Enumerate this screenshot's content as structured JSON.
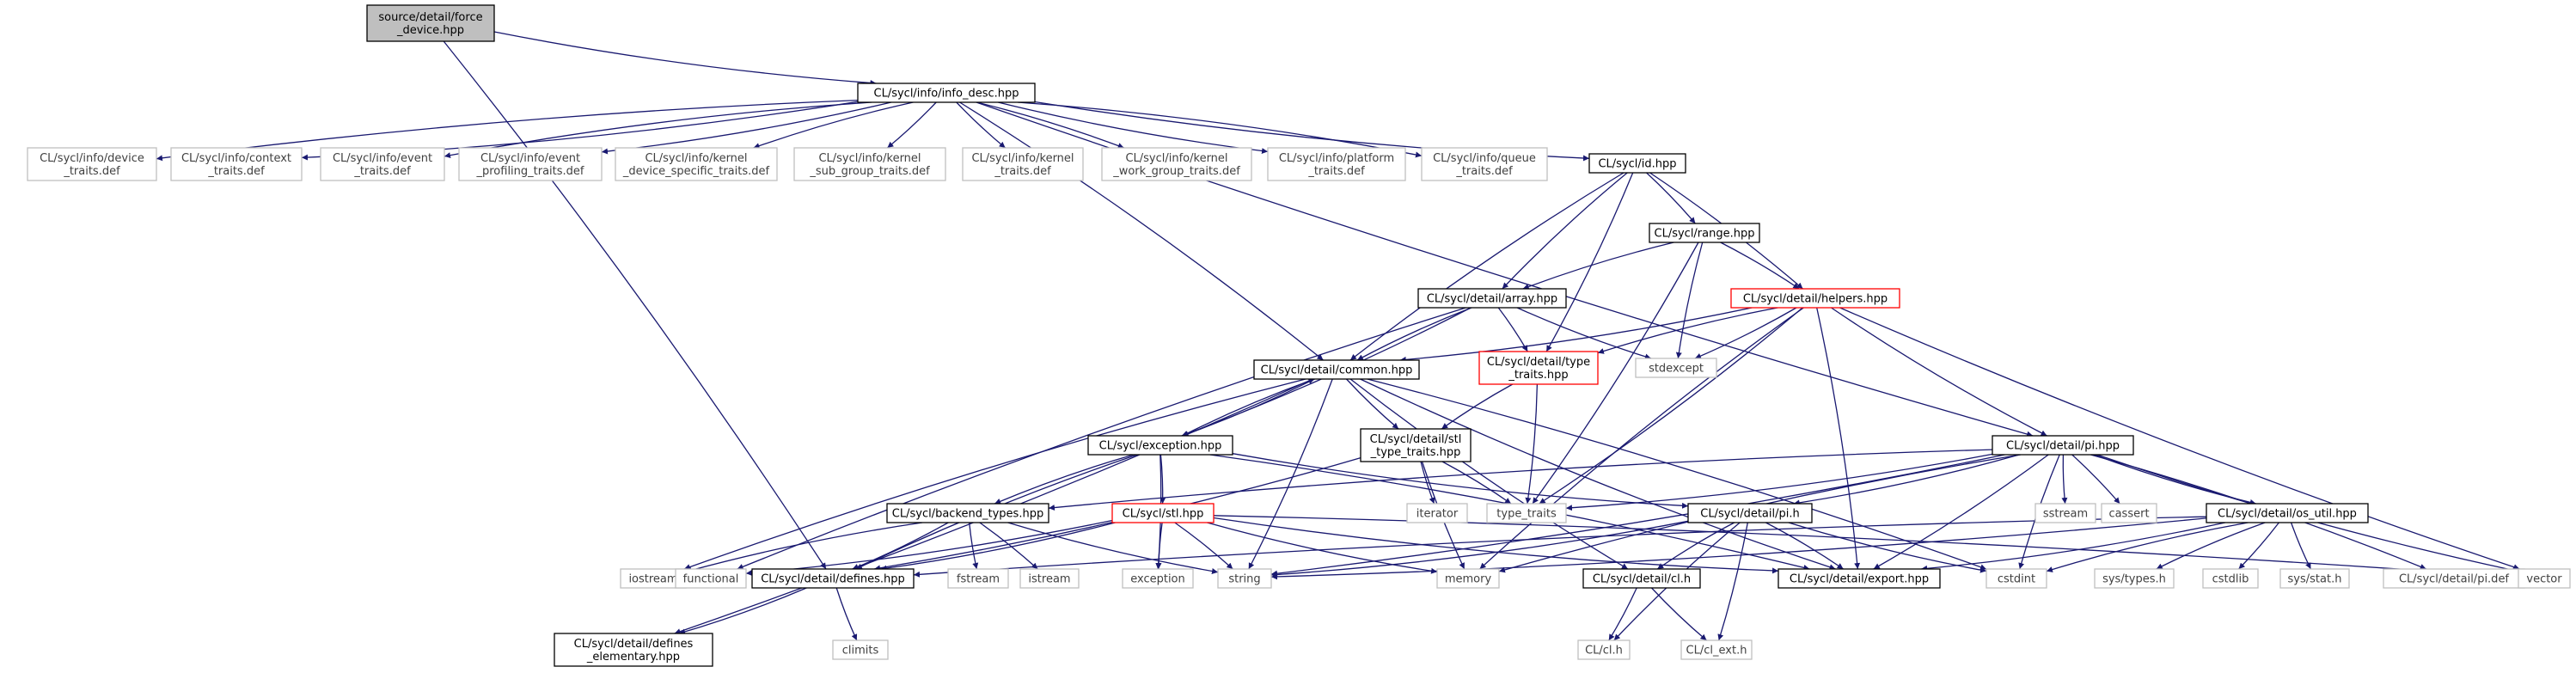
{
  "colors": {
    "edge": "#191970",
    "solid_border": "#000000",
    "missing_border": "#bfbfbf",
    "truncated_border": "#ff0000",
    "root_fill": "#bfbfbf",
    "text": "#000000",
    "missing_text": "#404040"
  },
  "nodes": [
    {
      "id": "root",
      "kind": "root",
      "lines": [
        "source/detail/force",
        "_device.hpp"
      ]
    },
    {
      "id": "info_desc",
      "kind": "solid",
      "lines": [
        "CL/sycl/info/info_desc.hpp"
      ]
    },
    {
      "id": "device_traits",
      "kind": "missing",
      "lines": [
        "CL/sycl/info/device",
        "_traits.def"
      ]
    },
    {
      "id": "context_traits",
      "kind": "missing",
      "lines": [
        "CL/sycl/info/context",
        "_traits.def"
      ]
    },
    {
      "id": "event_traits",
      "kind": "missing",
      "lines": [
        "CL/sycl/info/event",
        "_traits.def"
      ]
    },
    {
      "id": "event_profiling",
      "kind": "missing",
      "lines": [
        "CL/sycl/info/event",
        "_profiling_traits.def"
      ]
    },
    {
      "id": "kernel_dev_spec",
      "kind": "missing",
      "lines": [
        "CL/sycl/info/kernel",
        "_device_specific_traits.def"
      ]
    },
    {
      "id": "kernel_sub_group",
      "kind": "missing",
      "lines": [
        "CL/sycl/info/kernel",
        "_sub_group_traits.def"
      ]
    },
    {
      "id": "kernel_traits",
      "kind": "missing",
      "lines": [
        "CL/sycl/info/kernel",
        "_traits.def"
      ]
    },
    {
      "id": "kernel_work_group",
      "kind": "missing",
      "lines": [
        "CL/sycl/info/kernel",
        "_work_group_traits.def"
      ]
    },
    {
      "id": "platform_traits",
      "kind": "missing",
      "lines": [
        "CL/sycl/info/platform",
        "_traits.def"
      ]
    },
    {
      "id": "queue_traits",
      "kind": "missing",
      "lines": [
        "CL/sycl/info/queue",
        "_traits.def"
      ]
    },
    {
      "id": "id_hpp",
      "kind": "solid",
      "lines": [
        "CL/sycl/id.hpp"
      ]
    },
    {
      "id": "range_hpp",
      "kind": "solid",
      "lines": [
        "CL/sycl/range.hpp"
      ]
    },
    {
      "id": "array_hpp",
      "kind": "solid",
      "lines": [
        "CL/sycl/detail/array.hpp"
      ]
    },
    {
      "id": "helpers_hpp",
      "kind": "truncated",
      "lines": [
        "CL/sycl/detail/helpers.hpp"
      ]
    },
    {
      "id": "common_hpp",
      "kind": "solid",
      "lines": [
        "CL/sycl/detail/common.hpp"
      ]
    },
    {
      "id": "type_traits_hpp",
      "kind": "truncated",
      "lines": [
        "CL/sycl/detail/type",
        "_traits.hpp"
      ]
    },
    {
      "id": "stdexcept",
      "kind": "missing",
      "lines": [
        "stdexcept"
      ]
    },
    {
      "id": "exception_hpp",
      "kind": "solid",
      "lines": [
        "CL/sycl/exception.hpp"
      ]
    },
    {
      "id": "stl_type_traits",
      "kind": "solid",
      "lines": [
        "CL/sycl/detail/stl",
        "_type_traits.hpp"
      ]
    },
    {
      "id": "pi_hpp",
      "kind": "solid",
      "lines": [
        "CL/sycl/detail/pi.hpp"
      ]
    },
    {
      "id": "iterator",
      "kind": "missing",
      "lines": [
        "iterator"
      ]
    },
    {
      "id": "type_traits",
      "kind": "missing",
      "lines": [
        "type_traits"
      ]
    },
    {
      "id": "backend_types",
      "kind": "solid",
      "lines": [
        "CL/sycl/backend_types.hpp"
      ]
    },
    {
      "id": "stl_hpp",
      "kind": "truncated",
      "lines": [
        "CL/sycl/stl.hpp"
      ]
    },
    {
      "id": "pi_h",
      "kind": "solid",
      "lines": [
        "CL/sycl/detail/pi.h"
      ]
    },
    {
      "id": "sstream",
      "kind": "missing",
      "lines": [
        "sstream"
      ]
    },
    {
      "id": "cassert",
      "kind": "missing",
      "lines": [
        "cassert"
      ]
    },
    {
      "id": "os_util",
      "kind": "solid",
      "lines": [
        "CL/sycl/detail/os_util.hpp"
      ]
    },
    {
      "id": "iostream",
      "kind": "missing",
      "lines": [
        "iostream"
      ]
    },
    {
      "id": "functional",
      "kind": "missing",
      "lines": [
        "functional"
      ]
    },
    {
      "id": "defines_hpp",
      "kind": "solid",
      "lines": [
        "CL/sycl/detail/defines.hpp"
      ]
    },
    {
      "id": "fstream",
      "kind": "missing",
      "lines": [
        "fstream"
      ]
    },
    {
      "id": "istream",
      "kind": "missing",
      "lines": [
        "istream"
      ]
    },
    {
      "id": "exception",
      "kind": "missing",
      "lines": [
        "exception"
      ]
    },
    {
      "id": "string",
      "kind": "missing",
      "lines": [
        "string"
      ]
    },
    {
      "id": "memory",
      "kind": "missing",
      "lines": [
        "memory"
      ]
    },
    {
      "id": "cl_h_detail",
      "kind": "solid",
      "lines": [
        "CL/sycl/detail/cl.h"
      ]
    },
    {
      "id": "export_hpp",
      "kind": "solid",
      "lines": [
        "CL/sycl/detail/export.hpp"
      ]
    },
    {
      "id": "cstdint",
      "kind": "missing",
      "lines": [
        "cstdint"
      ]
    },
    {
      "id": "sys_types",
      "kind": "missing",
      "lines": [
        "sys/types.h"
      ]
    },
    {
      "id": "cstdlib",
      "kind": "missing",
      "lines": [
        "cstdlib"
      ]
    },
    {
      "id": "sys_stat",
      "kind": "missing",
      "lines": [
        "sys/stat.h"
      ]
    },
    {
      "id": "pi_def",
      "kind": "missing",
      "lines": [
        "CL/sycl/detail/pi.def"
      ]
    },
    {
      "id": "vector",
      "kind": "missing",
      "lines": [
        "vector"
      ]
    },
    {
      "id": "defines_elem",
      "kind": "solid",
      "lines": [
        "CL/sycl/detail/defines",
        "_elementary.hpp"
      ]
    },
    {
      "id": "climits",
      "kind": "missing",
      "lines": [
        "climits"
      ]
    },
    {
      "id": "cl_h",
      "kind": "missing",
      "lines": [
        "CL/cl.h"
      ]
    },
    {
      "id": "cl_ext_h",
      "kind": "missing",
      "lines": [
        "CL/cl_ext.h"
      ]
    }
  ],
  "edges": [
    [
      "root",
      "info_desc"
    ],
    [
      "root",
      "defines_hpp"
    ],
    [
      "info_desc",
      "device_traits"
    ],
    [
      "info_desc",
      "context_traits"
    ],
    [
      "info_desc",
      "event_traits"
    ],
    [
      "info_desc",
      "event_profiling"
    ],
    [
      "info_desc",
      "kernel_dev_spec"
    ],
    [
      "info_desc",
      "kernel_sub_group"
    ],
    [
      "info_desc",
      "kernel_traits"
    ],
    [
      "info_desc",
      "kernel_work_group"
    ],
    [
      "info_desc",
      "platform_traits"
    ],
    [
      "info_desc",
      "queue_traits"
    ],
    [
      "info_desc",
      "id_hpp"
    ],
    [
      "info_desc",
      "common_hpp"
    ],
    [
      "info_desc",
      "pi_hpp"
    ],
    [
      "id_hpp",
      "range_hpp"
    ],
    [
      "id_hpp",
      "array_hpp"
    ],
    [
      "id_hpp",
      "helpers_hpp"
    ],
    [
      "id_hpp",
      "common_hpp"
    ],
    [
      "id_hpp",
      "type_traits_hpp"
    ],
    [
      "range_hpp",
      "array_hpp"
    ],
    [
      "range_hpp",
      "helpers_hpp"
    ],
    [
      "range_hpp",
      "stdexcept"
    ],
    [
      "range_hpp",
      "type_traits"
    ],
    [
      "array_hpp",
      "common_hpp"
    ],
    [
      "array_hpp",
      "type_traits_hpp"
    ],
    [
      "array_hpp",
      "stdexcept"
    ],
    [
      "array_hpp",
      "exception_hpp"
    ],
    [
      "array_hpp",
      "functional"
    ],
    [
      "helpers_hpp",
      "common_hpp"
    ],
    [
      "helpers_hpp",
      "type_traits_hpp"
    ],
    [
      "helpers_hpp",
      "stdexcept"
    ],
    [
      "helpers_hpp",
      "pi_hpp"
    ],
    [
      "helpers_hpp",
      "type_traits"
    ],
    [
      "helpers_hpp",
      "memory"
    ],
    [
      "helpers_hpp",
      "export_hpp"
    ],
    [
      "helpers_hpp",
      "vector"
    ],
    [
      "common_hpp",
      "exception_hpp"
    ],
    [
      "common_hpp",
      "stl_type_traits"
    ],
    [
      "common_hpp",
      "defines_elem"
    ],
    [
      "common_hpp",
      "iostream"
    ],
    [
      "common_hpp",
      "string"
    ],
    [
      "common_hpp",
      "export_hpp"
    ],
    [
      "common_hpp",
      "cstdint"
    ],
    [
      "common_hpp",
      "cl_h_detail"
    ],
    [
      "exception_hpp",
      "common_hpp"
    ],
    [
      "exception_hpp",
      "backend_types"
    ],
    [
      "exception_hpp",
      "stl_hpp"
    ],
    [
      "exception_hpp",
      "pi_h"
    ],
    [
      "exception_hpp",
      "exception"
    ],
    [
      "exception_hpp",
      "defines_hpp"
    ],
    [
      "exception_hpp",
      "export_hpp"
    ],
    [
      "type_traits_hpp",
      "stl_type_traits"
    ],
    [
      "type_traits_hpp",
      "type_traits"
    ],
    [
      "stl_type_traits",
      "iterator"
    ],
    [
      "stl_type_traits",
      "type_traits"
    ],
    [
      "stl_type_traits",
      "memory"
    ],
    [
      "stl_type_traits",
      "defines_hpp"
    ],
    [
      "pi_hpp",
      "backend_types"
    ],
    [
      "pi_hpp",
      "pi_h"
    ],
    [
      "pi_hpp",
      "sstream"
    ],
    [
      "pi_hpp",
      "cassert"
    ],
    [
      "pi_hpp",
      "os_util"
    ],
    [
      "pi_hpp",
      "string"
    ],
    [
      "pi_hpp",
      "memory"
    ],
    [
      "pi_hpp",
      "export_hpp"
    ],
    [
      "pi_hpp",
      "cstdint"
    ],
    [
      "pi_hpp",
      "pi_def"
    ],
    [
      "pi_hpp",
      "vector"
    ],
    [
      "pi_hpp",
      "type_traits"
    ],
    [
      "backend_types",
      "iostream"
    ],
    [
      "backend_types",
      "defines_hpp"
    ],
    [
      "backend_types",
      "fstream"
    ],
    [
      "backend_types",
      "istream"
    ],
    [
      "backend_types",
      "string"
    ],
    [
      "stl_hpp",
      "defines_hpp"
    ],
    [
      "stl_hpp",
      "exception"
    ],
    [
      "stl_hpp",
      "string"
    ],
    [
      "stl_hpp",
      "memory"
    ],
    [
      "stl_hpp",
      "functional"
    ],
    [
      "stl_hpp",
      "export_hpp"
    ],
    [
      "stl_hpp",
      "vector"
    ],
    [
      "pi_h",
      "cl_h_detail"
    ],
    [
      "pi_h",
      "export_hpp"
    ],
    [
      "pi_h",
      "cstdint"
    ],
    [
      "pi_h",
      "string"
    ],
    [
      "pi_h",
      "cl_h"
    ],
    [
      "pi_h",
      "cl_ext_h"
    ],
    [
      "os_util",
      "defines_hpp"
    ],
    [
      "os_util",
      "export_hpp"
    ],
    [
      "os_util",
      "cstdint"
    ],
    [
      "os_util",
      "string"
    ],
    [
      "os_util",
      "sys_types"
    ],
    [
      "os_util",
      "cstdlib"
    ],
    [
      "os_util",
      "sys_stat"
    ],
    [
      "defines_hpp",
      "defines_elem"
    ],
    [
      "defines_hpp",
      "climits"
    ],
    [
      "cl_h_detail",
      "cl_h"
    ],
    [
      "cl_h_detail",
      "cl_ext_h"
    ]
  ]
}
